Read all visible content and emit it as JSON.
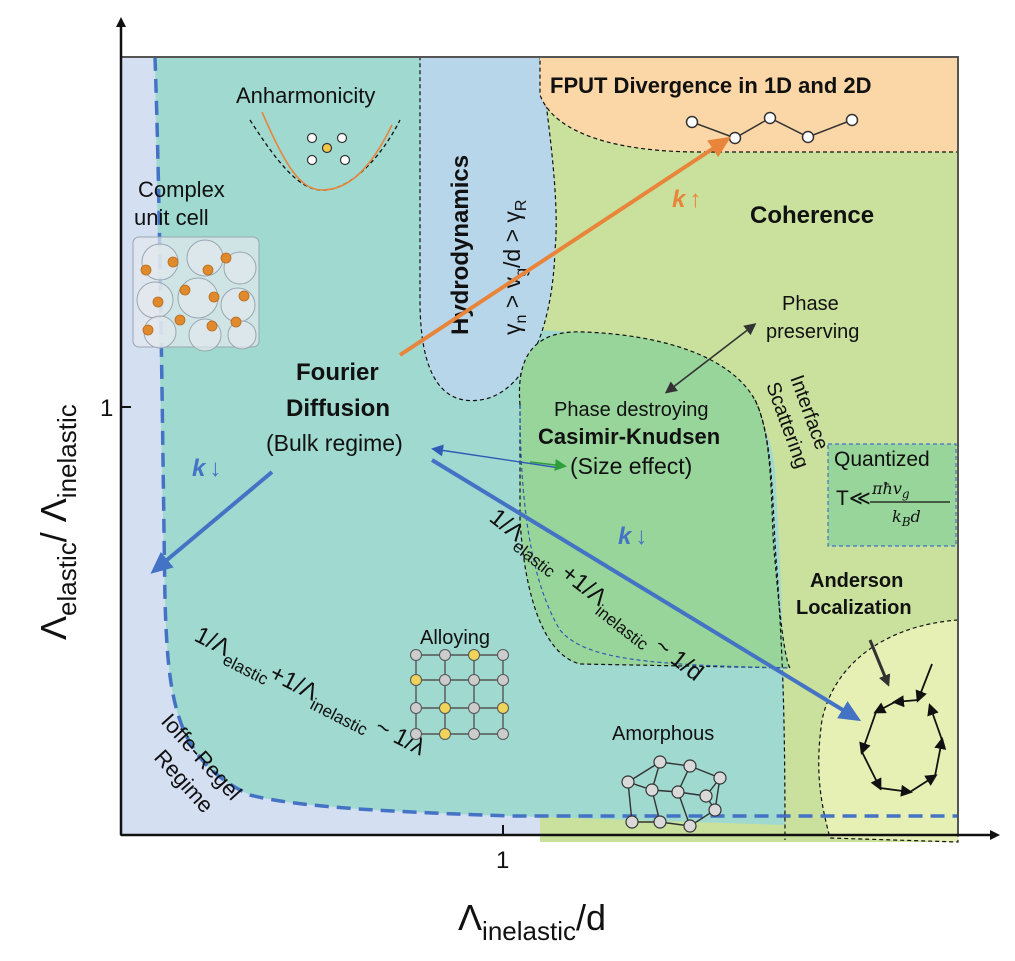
{
  "axes": {
    "y_label_main": "Λ",
    "y_label_sub1": "elastic",
    "y_label_mid": "/ Λ",
    "y_label_sub2": "inelastic",
    "x_label_main": "Λ",
    "x_label_sub": "inelastic",
    "x_label_tail": "/d",
    "x_tick": "1",
    "y_tick": "1"
  },
  "regions": {
    "fput": "FPUT Divergence in 1D and 2D",
    "coherence": "Coherence",
    "hydro_title": "Hydrodynamics",
    "hydro_g1": "γ",
    "hydro_g1_sub": "n",
    "hydro_mid": " > v",
    "hydro_v_sub": "g",
    "hydro_tail": "/d > γ",
    "hydro_r_sub": "R",
    "anharmonicity": "Anharmonicity",
    "complex_line1": "Complex",
    "complex_line2": "unit cell",
    "fourier_line1": "Fourier",
    "fourier_line2": "Diffusion",
    "fourier_line3": "(Bulk regime)",
    "phase_preserving_1": "Phase",
    "phase_preserving_2": "preserving",
    "phase_destroying": "Phase destroying",
    "casimir": "Casimir-Knudsen",
    "size_effect": "(Size effect)",
    "interface_1": "Interface",
    "interface_2": "Scattering",
    "quantized_title": "Quantized",
    "quantized_lhs": "T≪",
    "quantized_num": "πħv",
    "quantized_num_sub": "g",
    "quantized_den": "k",
    "quantized_den_sub": "B",
    "quantized_den_tail": "d",
    "anderson_1": "Anderson",
    "anderson_2": "Localization",
    "alloying": "Alloying",
    "amorphous": "Amorphous",
    "ioffe_1": "Ioffe-Regel",
    "ioffe_2": "Regime"
  },
  "curve_labels": {
    "d_lead": "1/Λ",
    "d_sub1": "elastic",
    "d_mid": " +1/Λ",
    "d_sub2": "inelastic",
    "d_tail": " ~ 1/d",
    "l_lead": "1/Λ",
    "l_sub1": "elastic",
    "l_mid": "+1/Λ",
    "l_sub2": "inelastic",
    "l_tail": " ~ 1/λ"
  },
  "arrows": {
    "k_up": "k",
    "k_up_arrow": "↑",
    "k_down_left": "k",
    "k_down_left_arrow": "↓",
    "k_down_right": "k",
    "k_down_right_arrow": "↓"
  },
  "colors": {
    "fourier_region": "#9fd9cf",
    "ioffe_region": "#d5dff2",
    "hydro_region": "#b8d6ea",
    "coherence_region": "#c9e19d",
    "fput_region": "#fbd6a6",
    "casimir_region": "#98d59b",
    "anderson_region": "#e7f0b4",
    "orange_arrow": "#e8853a",
    "blue_arrow": "#4472c4",
    "dashed_blue": "#4472c4"
  }
}
